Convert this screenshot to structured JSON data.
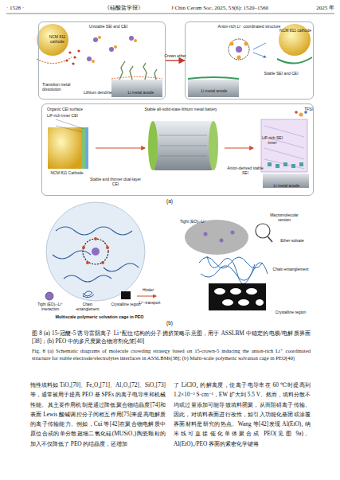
{
  "diagram": {
    "caption": "图 8 (a) 15-冠醚-5 诱导富阴离子 Li⁺配位结构的分子拥挤策略示意图，用于 ASSLBM 中稳定的电极/电解质界面[38]；(b) PEO 中的多尺度聚合物溶剂化笼[40]",
    "nodes": [
      {
        "text": [
          "NCM 811 cathode",
          "Unstable SEI and CEI",
          "Transition metal dissolution",
          "Li metal anode",
          "Lithium dendrite"
        ]
      },
      {
        "text": [
          "Anion-rich Li⁺ coordinated structure",
          "NCM 811 cathode",
          "Stable SEI and CEI",
          "Li metal anode"
        ]
      },
      {
        "text": [
          "Organic CEI surface",
          "LiF-rich inner CEI",
          "NCM 811 Cathode",
          "Stable and thinner dual-layer CEI",
          "Stable all-solid-state lithium metal battery",
          "TFSI",
          "Anion-derived stable SEI",
          "LiF-rich SEI inner",
          "Li metal anode"
        ]
      }
    ],
    "edges": [
      {
        "from": 0,
        "to": 1,
        "label": "Crown ether",
        "arrow": "to"
      }
    ],
    "labels": [
      "· 1528 ·",
      "《硅酸盐学报》",
      "J Chin Ceram Soc, 2025, 53(6): 1520–1560",
      "2025 年",
      "(a)",
      "Macromolecular version",
      "Tight (EO)ₙ-Li⁺",
      "Ether-solvate",
      "Chain entanglement",
      "Crystalline region",
      "Tight (EO)ₙ-Li⁺ interaction",
      "Chain entanglement",
      "Crystalline region",
      "Hinder",
      "Li⁺-transport",
      "Multiscale polymeric solvation cage in PEO",
      "(b)",
      "惰性填料如 TiO₂[70]、Fe₃O₄[71]、Al₂O₃[72]、SiO₂[73] 等，通常被用于提高 PEO 基 SPEs 的离子电导率和机械性能。其主要作用机制是通过降低聚合物结晶度[74]和表面 Lewis 酸碱调控分子间相互作用[75]来提高电解质的离子传输能力。例如，Cui 等[42]在聚合物电解质中原位合成的单分散超细二氧化硅(MUSiO₂)陶瓷颗粒的加入不仅降低了 PEO 的结晶度，还增加",
      "了 LiClO₄ 的解离度，使离子电导率在 60 ℃时提高到 1.2×10⁻³ S·cm⁻¹，EW 扩大到 5.5 V。然而，填料分散不均或过量添加可能导致填料团聚，从而阻碍离子传输。因此，对填料表面进行改性，如引入功能化基团或涂覆界面材料是研究的热点。Wang 等[42]发现 Al(EtO)₃ 纳米线可直接催化单体聚合成 PEO(见图 9a)。Al(EtO)₃/PEO 界面的紧密化学键将",
      "Fig. 8 (a) Schematic diagrams of molecule crowding strategy based on 15-crown-5 inducing the anion-rich Li⁺ coordinated structure for stable electrode/electrolytes interfaces in ASSLBMs[38]; (b) Multi-scale polymeric solvation cage in PEO[40]"
    ]
  }
}
